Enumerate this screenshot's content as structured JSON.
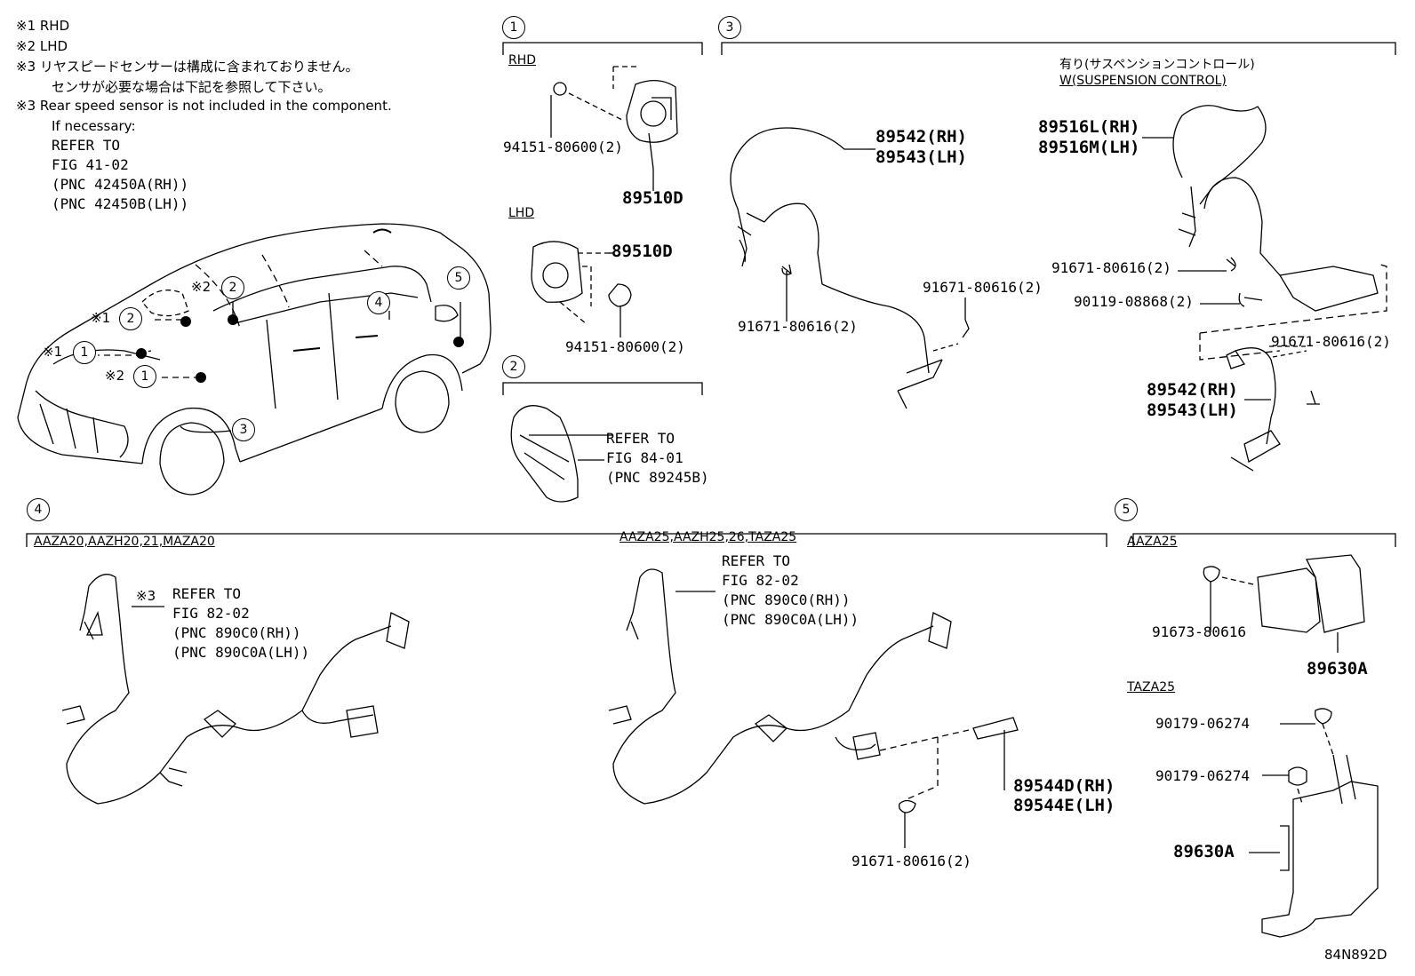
{
  "notes": {
    "n1": "※1 RHD",
    "n2": "※2 LHD",
    "n3_jp_1": "※3 リヤスピードセンサーは構成に含まれておりません。",
    "n3_jp_2": "センサが必要な場合は下記を参照して下さい。",
    "n3_en_1": "※3 Rear speed sensor is not included in the component.",
    "n3_en_2": "If necessary:",
    "n3_ref": [
      "REFER TO",
      "FIG 41-02",
      "(PNC 42450A(RH))",
      "(PNC 42450B(LH))"
    ]
  },
  "car_callouts": {
    "c_x1_label": "※1",
    "c_x1_num": "1",
    "c_x1b_label": "※1",
    "c_x1b_num": "2",
    "c_x2a_label": "※2",
    "c_x2a_num": "2",
    "c_x2b_label": "※2",
    "c_x2b_num": "1",
    "c3": "3",
    "c4": "4",
    "c5": "5"
  },
  "section1": {
    "num": "1",
    "rhd": "RHD",
    "lhd": "LHD",
    "p_94151_a": "94151-80600(2)",
    "p_89510d_a": "89510D",
    "p_89510d_b": "89510D",
    "p_94151_b": "94151-80600(2)"
  },
  "section2": {
    "num": "2",
    "ref": [
      "REFER TO",
      "FIG 84-01",
      "(PNC 89245B)"
    ]
  },
  "section3": {
    "num": "3",
    "susp_jp": "有り(サスペンションコントロール)",
    "susp_en": "W(SUSPENSION CONTROL)",
    "p_89542_rh": "89542(RH)",
    "p_89543_lh": "89543(LH)",
    "p_91671_a": "91671-80616(2)",
    "p_91671_b": "91671-80616(2)",
    "p_89516l": "89516L(RH)",
    "p_89516m": "89516M(LH)",
    "p_91671_c": "91671-80616(2)",
    "p_90119": "90119-08868(2)",
    "p_91671_d": "91671-80616(2)",
    "p_89542_rh_b": "89542(RH)",
    "p_89543_lh_b": "89543(LH)"
  },
  "section4": {
    "num": "4",
    "variant_a": "AAZA20,AAZH20,21,MAZA20",
    "variant_b": "AAZA25,AAZH25,26,TAZA25",
    "note_a_mark": "※3",
    "ref_a": [
      "REFER TO",
      "FIG 82-02",
      "(PNC 890C0(RH))",
      "(PNC 890C0A(LH))"
    ],
    "ref_b": [
      "REFER TO",
      "FIG 82-02",
      "(PNC 890C0(RH))",
      "(PNC 890C0A(LH))"
    ],
    "p_89544d": "89544D(RH)",
    "p_89544e": "89544E(LH)",
    "p_91671": "91671-80616(2)"
  },
  "section5": {
    "num": "5",
    "aaza25": "AAZA25",
    "taza25": "TAZA25",
    "p_91673": "91673-80616",
    "p_89630a_a": "89630A",
    "p_90179_a": "90179-06274",
    "p_90179_b": "90179-06274",
    "p_89630a_b": "89630A"
  },
  "figure_id": "84N892D"
}
